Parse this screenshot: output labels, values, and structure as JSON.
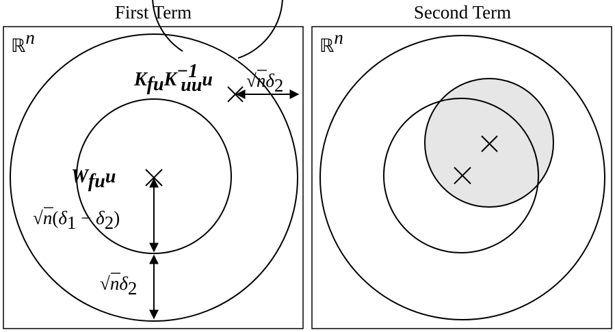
{
  "panels": [
    {
      "title": "First Term",
      "space_label": "ℝ",
      "space_sup": "n",
      "points": [
        {
          "main": "K",
          "sub": "fu",
          "main2": "K",
          "sub2": "uu",
          "sup2": "−1",
          "tail": "u"
        },
        {
          "main": "W",
          "sub": "fu",
          "tail": "u"
        }
      ],
      "measures": [
        {
          "root": "√",
          "var": "n",
          "delta": "δ",
          "index": "2"
        },
        {
          "root": "√",
          "var": "n",
          "open": "(",
          "d1": "δ",
          "i1": "1",
          "minus": " − ",
          "d2": "δ",
          "i2": "2",
          "close": ")"
        },
        {
          "root": "√",
          "var": "n",
          "delta": "δ",
          "index": "2"
        }
      ]
    },
    {
      "title": "Second Term",
      "space_label": "ℝ",
      "space_sup": "n"
    }
  ],
  "colors": {
    "stroke": "#000000",
    "shaded_region": "#e6e6e6",
    "background": "#ffffff"
  }
}
